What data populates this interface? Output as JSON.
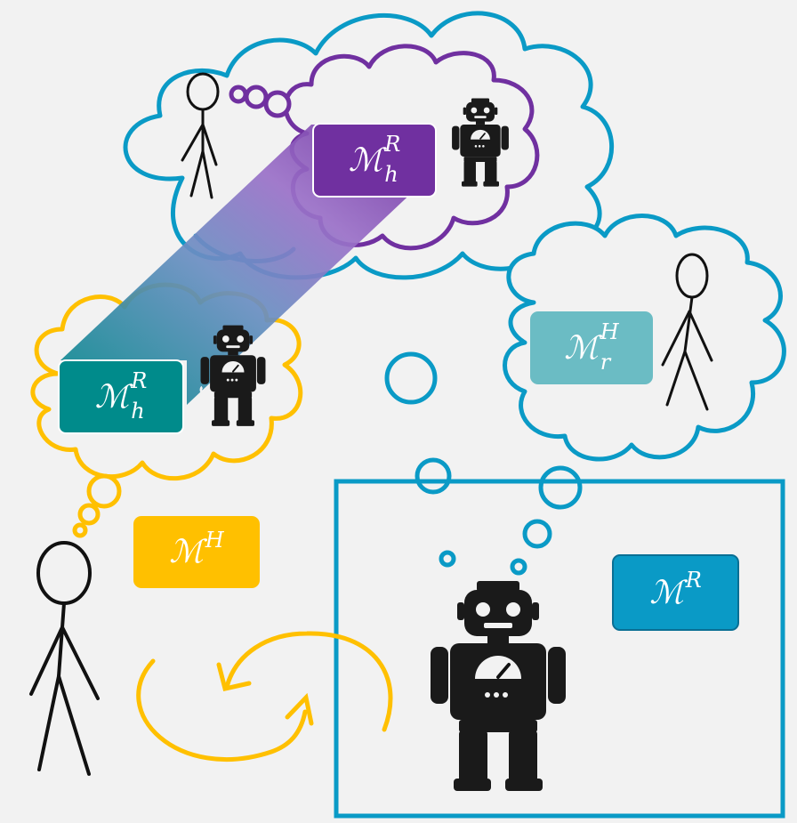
{
  "colors": {
    "human": "#ffc000",
    "robot": "#0a9ac6",
    "human_model_of_robot": "#008b8b",
    "robot_model_of_human": "#6bbcc4",
    "nested_model": "#7030a0"
  },
  "labels": {
    "robot_model": {
      "base": "ℳ",
      "sup": "R"
    },
    "human_model": {
      "base": "ℳ",
      "sup": "H"
    },
    "human_model_of_robot": {
      "base": "ℳ",
      "sup": "R",
      "sub": "h"
    },
    "robot_model_of_human": {
      "base": "ℳ",
      "sup": "H",
      "sub": "r"
    },
    "nested_human_model_of_robot": {
      "base": "ℳ",
      "sup": "R",
      "sub": "h"
    }
  }
}
